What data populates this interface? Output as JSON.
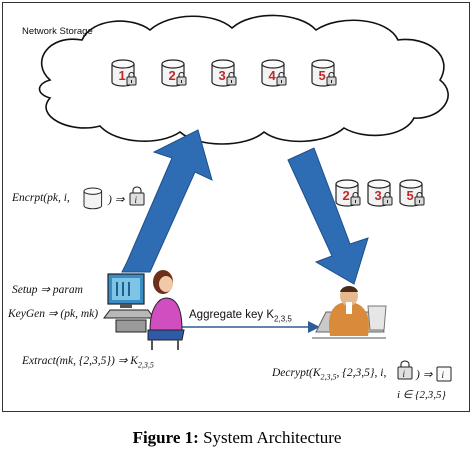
{
  "storage": {
    "title": "Network Storage",
    "databases": [
      "1",
      "2",
      "3",
      "4",
      "5"
    ]
  },
  "aggregate_databases": [
    "2",
    "3",
    "5"
  ],
  "encrypt": {
    "prefix": "Encrpt(pk, i,",
    "suffix": ") ⇒"
  },
  "owner_ops": {
    "setup": "Setup ⇒ param",
    "keygen": "KeyGen ⇒ (pk, mk)",
    "extract": "Extract(mk, {2,3,5}) ⇒ K",
    "extract_sub": "2,3,5"
  },
  "aggregate_key": {
    "label": "Aggregate key K",
    "sub": "2,3,5"
  },
  "decrypt": {
    "prefix": "Decrypt(K",
    "sub": "2,3,5",
    "mid": ", {2,3,5}, i,",
    "suffix": ") ⇒",
    "condition": "i ∈ {2,3,5}"
  },
  "lock_glyph": "i",
  "caption": {
    "label": "Figure 1:",
    "text": "System Architecture"
  },
  "colors": {
    "db_fill": "#f3f3f3",
    "db_number": "#c0282a",
    "arrow_fill": "#2e6db4",
    "arrow_stroke": "#1d4f8c",
    "line_arrow": "#2f5c98"
  }
}
